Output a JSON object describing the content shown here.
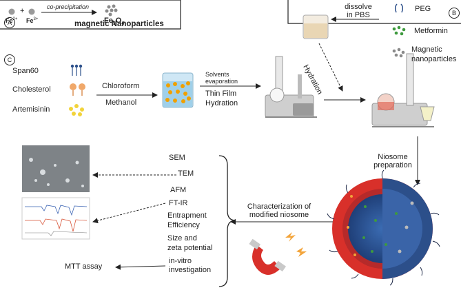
{
  "panel_a": {
    "tag": "A",
    "fe2_base": "Fe",
    "fe2_sup": "2+",
    "plus": "+",
    "fe3_base": "Fe",
    "fe3_sup": "3+",
    "arrow_label": "co-precipitation",
    "product_main": "Fe",
    "product_sub1": "3",
    "product_o": "O",
    "product_sub2": "4",
    "product_name": "magnetic Nanoparticles"
  },
  "panel_b": {
    "tag": "B",
    "dissolve_line1": "dissolve",
    "dissolve_line2": "in PBS",
    "legend": [
      "PEG",
      "Metformin",
      "Magnetic",
      "nanoparticles"
    ],
    "hydration": "Hydration"
  },
  "panel_c": {
    "tag": "C",
    "ingredients": [
      "Span60",
      "Cholesterol",
      "Artemisinin"
    ],
    "solvent1": "Chloroform",
    "solvent2": "Methanol",
    "step_line1": "Solvents",
    "step_line2": "evaporation",
    "step_line3": "Thin Film",
    "step_line4": "Hydration"
  },
  "niosome": {
    "line1": "Niosome",
    "line2": "preparation"
  },
  "characterization": {
    "line1": "Characterization of",
    "line2": "modified niosome"
  },
  "methods": [
    "SEM",
    "TEM",
    "AFM",
    "FT-IR",
    "Entrapment",
    "Efficiency",
    "Size and",
    "zeta potential",
    "in-vitro",
    "investigation"
  ],
  "mtt": "MTT assay",
  "colors": {
    "red": "#d8302a",
    "blue": "#2c4f8a",
    "green": "#3e9a3e",
    "grey": "#8a8a8a",
    "orange": "#f3a43a"
  }
}
